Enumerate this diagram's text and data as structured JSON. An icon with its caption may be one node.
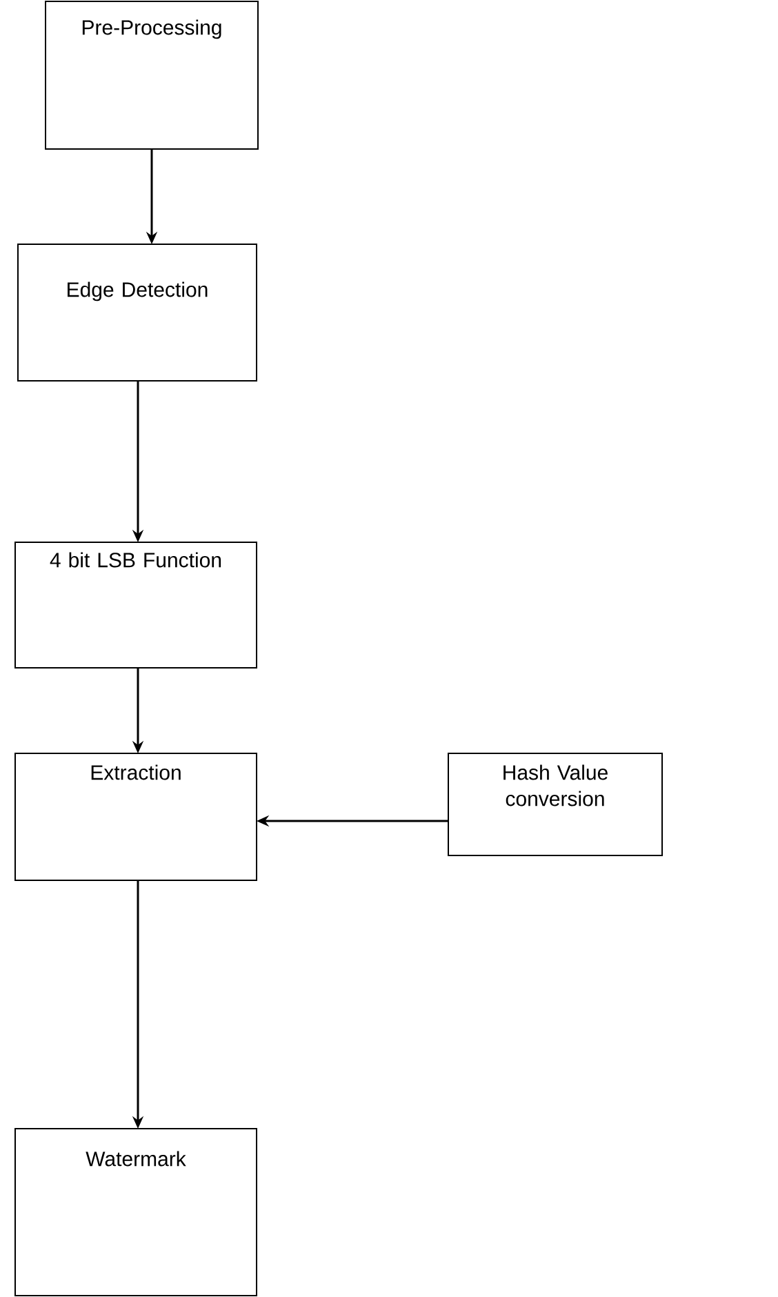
{
  "diagram": {
    "nodes": [
      {
        "text": [
          "Pre-Processing"
        ]
      },
      {
        "text": [
          "Edge Detection"
        ]
      },
      {
        "text": [
          "4 bit LSB Function"
        ]
      },
      {
        "text": [
          "Extraction"
        ]
      },
      {
        "text": [
          "Hash Value conversion"
        ]
      },
      {
        "text": [
          "Watermark"
        ]
      }
    ],
    "edges": [
      {
        "from": 0,
        "to": 1,
        "arrow": "to"
      },
      {
        "from": 1,
        "to": 2,
        "arrow": "to"
      },
      {
        "from": 2,
        "to": 3,
        "arrow": "to"
      },
      {
        "from": 4,
        "to": 3,
        "arrow": "to"
      },
      {
        "from": 3,
        "to": 5,
        "arrow": "to"
      }
    ]
  }
}
